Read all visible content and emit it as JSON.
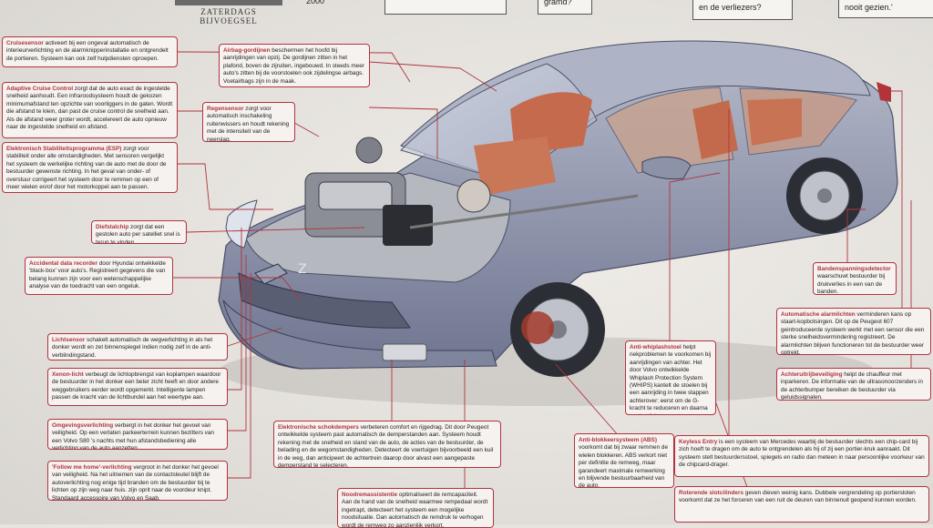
{
  "header": {
    "section": "ZATERDAGS BIJVOEGSEL",
    "top_fragment_1": "2000",
    "top_fragment_2": "gramd?",
    "top_fragment_3": "en de verliezers?",
    "top_fragment_4": "nooit gezien.'"
  },
  "colors": {
    "accent": "#b0343e",
    "paper": "#f5f2ef",
    "car": "#9aa1b6"
  },
  "boxes": [
    {
      "id": "cruise",
      "title": "Cruisesensor",
      "text": " activeert bij een ongeval automatisch de interieurverlichting en de alarmknipperinstallatie en ontgrendelt de portieren. Systeem kan ook zelf hulpdiensten oproepen."
    },
    {
      "id": "acc",
      "title": "Adaptive Cruise Control",
      "text": " zorgt dat de auto exact de ingestelde snelheid aanhoudt. Een infraroodsysteem houdt de gekozen minimumafstand ten opzichte van voorliggers in de gaten. Wordt die afstand te klein, dan past de cruise control de snelheid aan. Als de afstand weer groter wordt, accelereert de auto opnieuw naar de ingestelde snelheid en afstand."
    },
    {
      "id": "esp",
      "title": "Elektronisch Stabiliteitsprogramma (ESP)",
      "text": " zorgt voor stabiliteit onder alle omstandigheden. Met sensoren vergelijkt het systeem de werkelijke richting van de auto met de door de bestuurder gewenste richting. In het geval van onder- of overstuur corrigeert het systeem door te remmen op een of meer wielen en/of door het motorkoppel aan te passen."
    },
    {
      "id": "airbag",
      "title": "Airbag-gordijnen",
      "text": " beschermen het hoofd bij aanrijdingen van opzij. De gordijnen zitten in het plafond, boven de zijruiten, ingebouwd. In steeds meer auto's zitten bij de voorstoelen ook zijdelingse airbags. Voetairbags zijn in de maak."
    },
    {
      "id": "regen",
      "title": "Regensensor",
      "text": " zorgt voor automatisch inschakeling ruitenwissers en houdt rekening met de intensiteit van de neerslag."
    },
    {
      "id": "diefstal",
      "title": "Diefstalchip",
      "text": " zorgt dat een gestolen auto per satelliet snel is terug te vinden."
    },
    {
      "id": "accident",
      "title": "Accidental data recorder",
      "text": " door Hyundai ontwikkelde 'black-box' voor auto's. Registreert gegevens die van belang kunnen zijn voor een wetenschappelijke analyse van de toedracht van een ongeluk."
    },
    {
      "id": "licht",
      "title": "Lichtsensor",
      "text": " schakelt automatisch de wegverlichting in als het donker wordt en zet binnenspiegel indien nodig zelf in de anti-verblindingstand."
    },
    {
      "id": "xenon",
      "title": "Xenon-licht",
      "text": " verbeugt de lichtopbrengst van koplampen waardoor de bestuurder in het donker een beter zicht heeft en door andere weggebruikers eerder wordt opgemerkt. Intelligente lampen passen de kracht van de lichtbundel aan het weertype aan."
    },
    {
      "id": "omgeving",
      "title": "Omgevingsverlichting",
      "text": " verbergt in het donker het gevoel van veiligheid. Op een verlaten parkeerterrein kunnen bezitters van een Volvo S80 's nachts met hun afstandsbediening alle verlichting van de auto aanzetten."
    },
    {
      "id": "follow",
      "title": "'Follow me home'-verlichting",
      "text": " vergroot in het donker het gevoel van veiligheid. Na het uitnemen van de contactsleutel blijft de autoverlichting nog enige tijd branden om de bestuurder bij te lichten op zijn weg naar huis. zijn oprit naar de voordeur knipt. Standaard accessoire van Volvo en Saab."
    },
    {
      "id": "schok",
      "title": "Elektronische schokdempers",
      "text": " verbeteren comfort en rijgedrag. Dit door Peugeot ontwikkelde systeem past automatisch de demperstanden aan. Systeem houdt rekening met de snelheid en stand van de auto, de acties van de bestuurder, de belading en de wegomstandigheden. Detecteert de voertuigen bijvoorbeeld een kuil in de weg, dan anticipeert de achtertrein daarop door alvast een aangepaste demperstand te selecteren."
    },
    {
      "id": "nood",
      "title": "Noodremassistentie",
      "text": " optimaliseert de remcapaciteit. Aan de hand van de snelheid waarmee rempedaal wordt ingetrapt, detecteert het systeem een mogelijke noodsituatie. Dan automatisch de remdruk te verhogen wordt de remweg zo aanzienlijk verkort."
    },
    {
      "id": "whiplash",
      "title": "Anti-whiplashstoel",
      "text": " helpt nekproblemen te voorkomen bij aanrijdingen van achter. Het door Volvo ontwikkelde Whiplash Protection System (WHIPS) kantelt de stoelen bij een aanrijding in twee stappen achterover: eerst om de G-kracht te reduceren en daarna om het lichaam op te vangen en een katapulteffect te voorkomen."
    },
    {
      "id": "abs",
      "title": "Anti-blokkeersysteem (ABS)",
      "text": " voorkomt dat bij zwaar remmen de wielen blokkeren. ABS verkort niet per definitie de remweg, maar garandeert maximale remwerking en blijvende bestuurbaarheid van de auto."
    },
    {
      "id": "banden",
      "title": "Bandenspanningsdetector",
      "text": " waarschuwt bestuurder bij drukverlies in een van de banden."
    },
    {
      "id": "alarm",
      "title": "Automatische alarmlichten",
      "text": " verminderen kans op staart-kopbotsingen. Dit op de Peugeot 607 geintroduceerde systeem werkt met een sensor die een sterke snelheidsvermindering registreert. De alarmlichten blijven functioneren tot de bestuurder weer optrekt."
    },
    {
      "id": "achter",
      "title": "Achteruitrijbeveiliging",
      "text": " helpt de chauffeur met inparkeren. De informatie van de ultrasonoorzenders in de achterbumper bereiken de bestuurder via geluidssignalen."
    },
    {
      "id": "keyless",
      "title": "Keyless Entry",
      "text": " is een systeem van Mercedes waarbij de bestuurder slechts een chip-card bij zich hoeft te dragen om de auto te ontgrendelen als hij of zij een portier-kruk aanraakt. Dit systeem stelt bestuurdersstoel, spiegels en radio dan meteen in naar persoonlijke voorkeur van de chipcard-drager."
    },
    {
      "id": "rotor",
      "title": "Roterende slotcilinders",
      "text": " geven dieven weinig kans. Dubbele vergrendeling op portiersloten voorkomt dat ze het forceren van een ruit de deuren van binnenuit geopend kunnen worden."
    }
  ]
}
